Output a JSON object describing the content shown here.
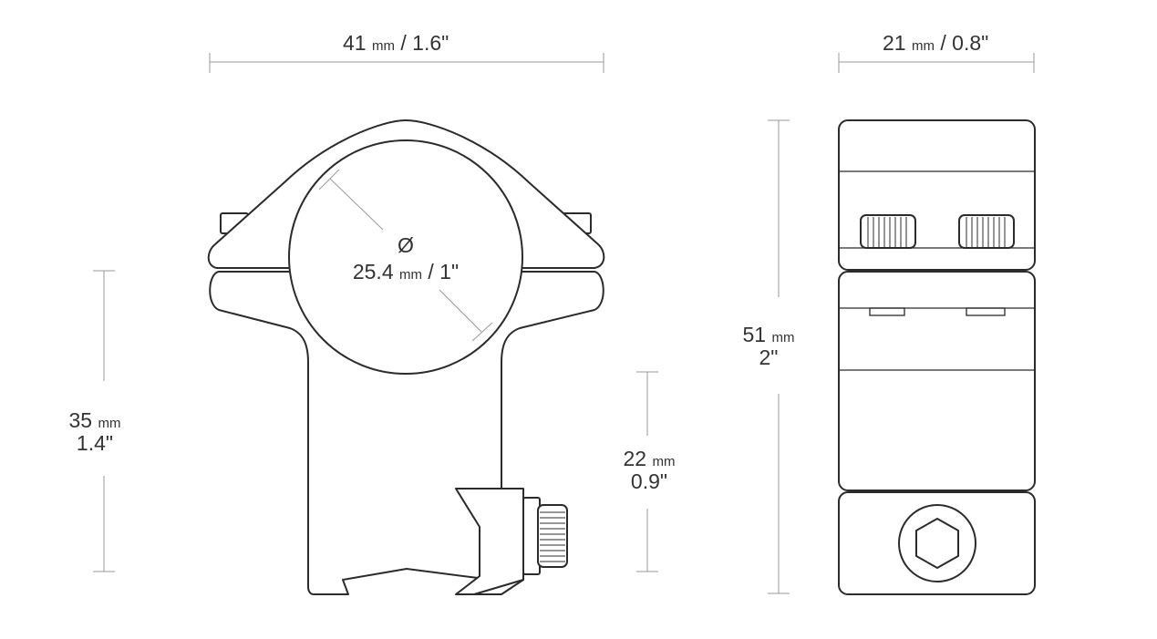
{
  "dimensions": {
    "width": {
      "mm": "41",
      "unit": "mm",
      "inch": "/ 1.6\""
    },
    "depth": {
      "mm": "21",
      "unit": "mm",
      "inch": "/ 0.8\""
    },
    "diameter": {
      "symbol": "Ø",
      "mm": "25.4",
      "unit": "mm",
      "inch": "/ 1\""
    },
    "total_height": {
      "mm": "51",
      "unit": "mm",
      "inch": "2\""
    },
    "center_height": {
      "mm": "35",
      "unit": "mm",
      "inch": "1.4\""
    },
    "base_height": {
      "mm": "22",
      "unit": "mm",
      "inch": "0.9\""
    }
  },
  "colors": {
    "outline": "#2b2b2b",
    "dimension_line": "#9a9a9a",
    "text": "#333333"
  }
}
